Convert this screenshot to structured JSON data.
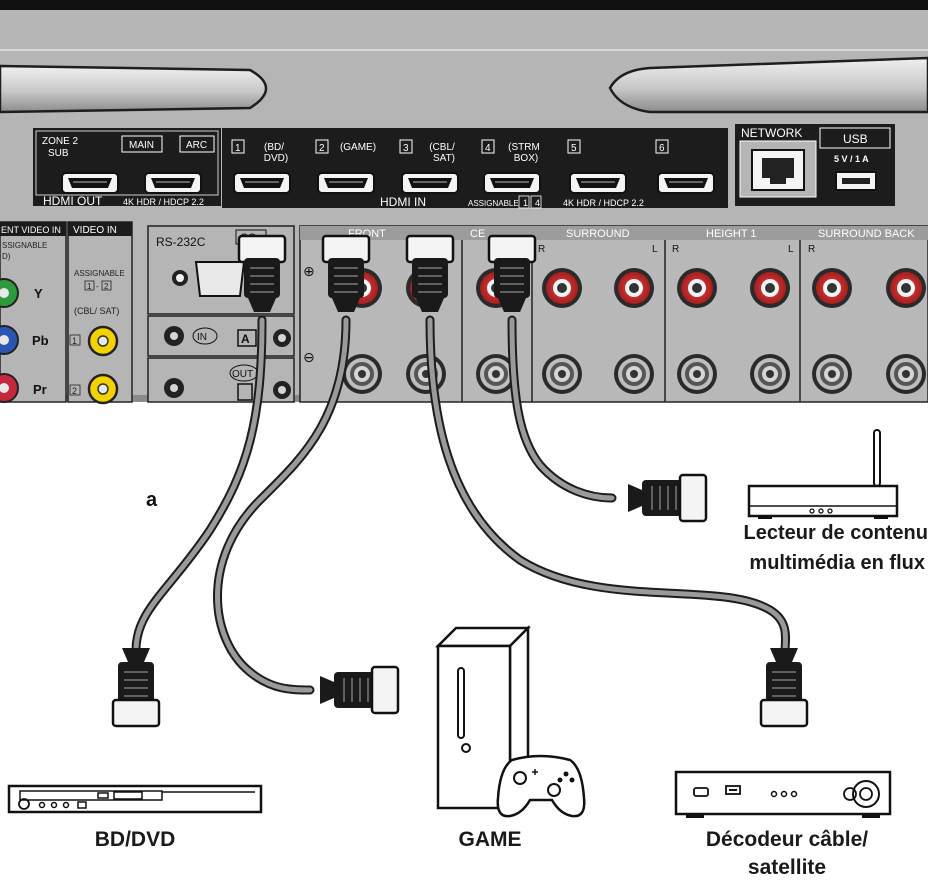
{
  "panel": {
    "zone2_label": "ZONE 2",
    "sub_label": "SUB",
    "main_label": "MAIN",
    "arc_label": "ARC",
    "hdmi_out_label": "HDMI OUT",
    "hdr_out_label": "4K HDR / HDCP 2.2",
    "hdmi_in_label": "HDMI IN",
    "assignable_label": "ASSIGNABLE",
    "assignable_range_from": "1",
    "assignable_range_to": "4",
    "hdr_in_label": "4K HDR / HDCP 2.2",
    "network_label": "NETWORK",
    "usb_label": "USB",
    "usb_rating": "5 V / 1 A",
    "inputs": [
      {
        "num": "1",
        "name_line1": "(BD/",
        "name_line2": "DVD)"
      },
      {
        "num": "2",
        "name_line1": "(GAME)",
        "name_line2": ""
      },
      {
        "num": "3",
        "name_line1": "(CBL/",
        "name_line2": "SAT)"
      },
      {
        "num": "4",
        "name_line1": "(STRM",
        "name_line2": "BOX)"
      },
      {
        "num": "5",
        "name_line1": "",
        "name_line2": ""
      },
      {
        "num": "6",
        "name_line1": "",
        "name_line2": ""
      }
    ],
    "component_video_label": "ENT VIDEO IN",
    "component_assignable": "SSIGNABLE",
    "component_d": "D)",
    "y_label": "Y",
    "pb_label": "Pb",
    "pr_label": "Pr",
    "video_in_label": "VIDEO IN",
    "video_assignable": "ASSIGNABLE",
    "video_range_a": "1",
    "video_range_b": "2",
    "video_cbl_sat": "(CBL/ SAT)",
    "video_jack1": "1",
    "video_jack2": "2",
    "rs232c_label": "RS-232C",
    "rs232c_co": "CO",
    "ir_in_label": "IN",
    "ir_out_label": "OUT",
    "plus_label": "⊕",
    "minus_label": "⊖",
    "front_label": "FRONT",
    "center_label": "CE",
    "surround_label": "SURROUND",
    "height1_label": "HEIGHT 1",
    "surround_back_label": "SURROUND BACK",
    "r_label": "R",
    "l_label": "L"
  },
  "cable_marker": "a",
  "devices": {
    "bd_dvd": "BD/DVD",
    "game": "GAME",
    "cable_sat_line1": "Décodeur câble/",
    "cable_sat_line2": "satellite",
    "streaming_line1": "Lecteur de contenu",
    "streaming_line2": "multimédia en flux"
  },
  "colors": {
    "panel": "#b3b3b3",
    "panel_dark": "#1c1c1c",
    "cable": "#9a9a9a",
    "speaker_red": "#cc2a2a",
    "jack_yellow": "#f2d200",
    "jack_green": "#2e9a3e",
    "jack_blue": "#2b55b5",
    "jack_red": "#c8283c"
  }
}
